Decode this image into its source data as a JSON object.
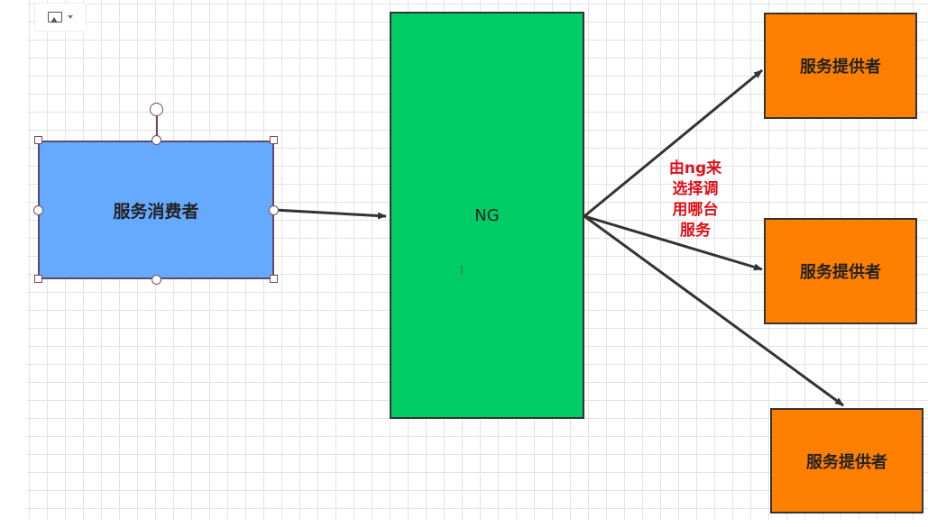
{
  "toolbar": {
    "image_icon": "image-icon",
    "dropdown_icon": "chevron-down-icon"
  },
  "nodes": {
    "consumer": {
      "label": "服务消费者",
      "color": "#66aaff"
    },
    "ng": {
      "label": "NG",
      "cursor": "I",
      "color": "#00cc66"
    },
    "providers": [
      {
        "label": "服务提供者",
        "color": "#ff8000"
      },
      {
        "label": "服务提供者",
        "color": "#ff8000"
      },
      {
        "label": "服务提供者",
        "color": "#ff8000"
      }
    ]
  },
  "annotation": {
    "lines": [
      "由ng来",
      "选择调",
      "用哪台",
      "服务"
    ],
    "color": "#e0101a"
  },
  "edges": [
    {
      "from": "consumer",
      "to": "ng"
    },
    {
      "from": "ng",
      "to": "provider-1"
    },
    {
      "from": "ng",
      "to": "provider-2"
    },
    {
      "from": "ng",
      "to": "provider-3"
    }
  ]
}
